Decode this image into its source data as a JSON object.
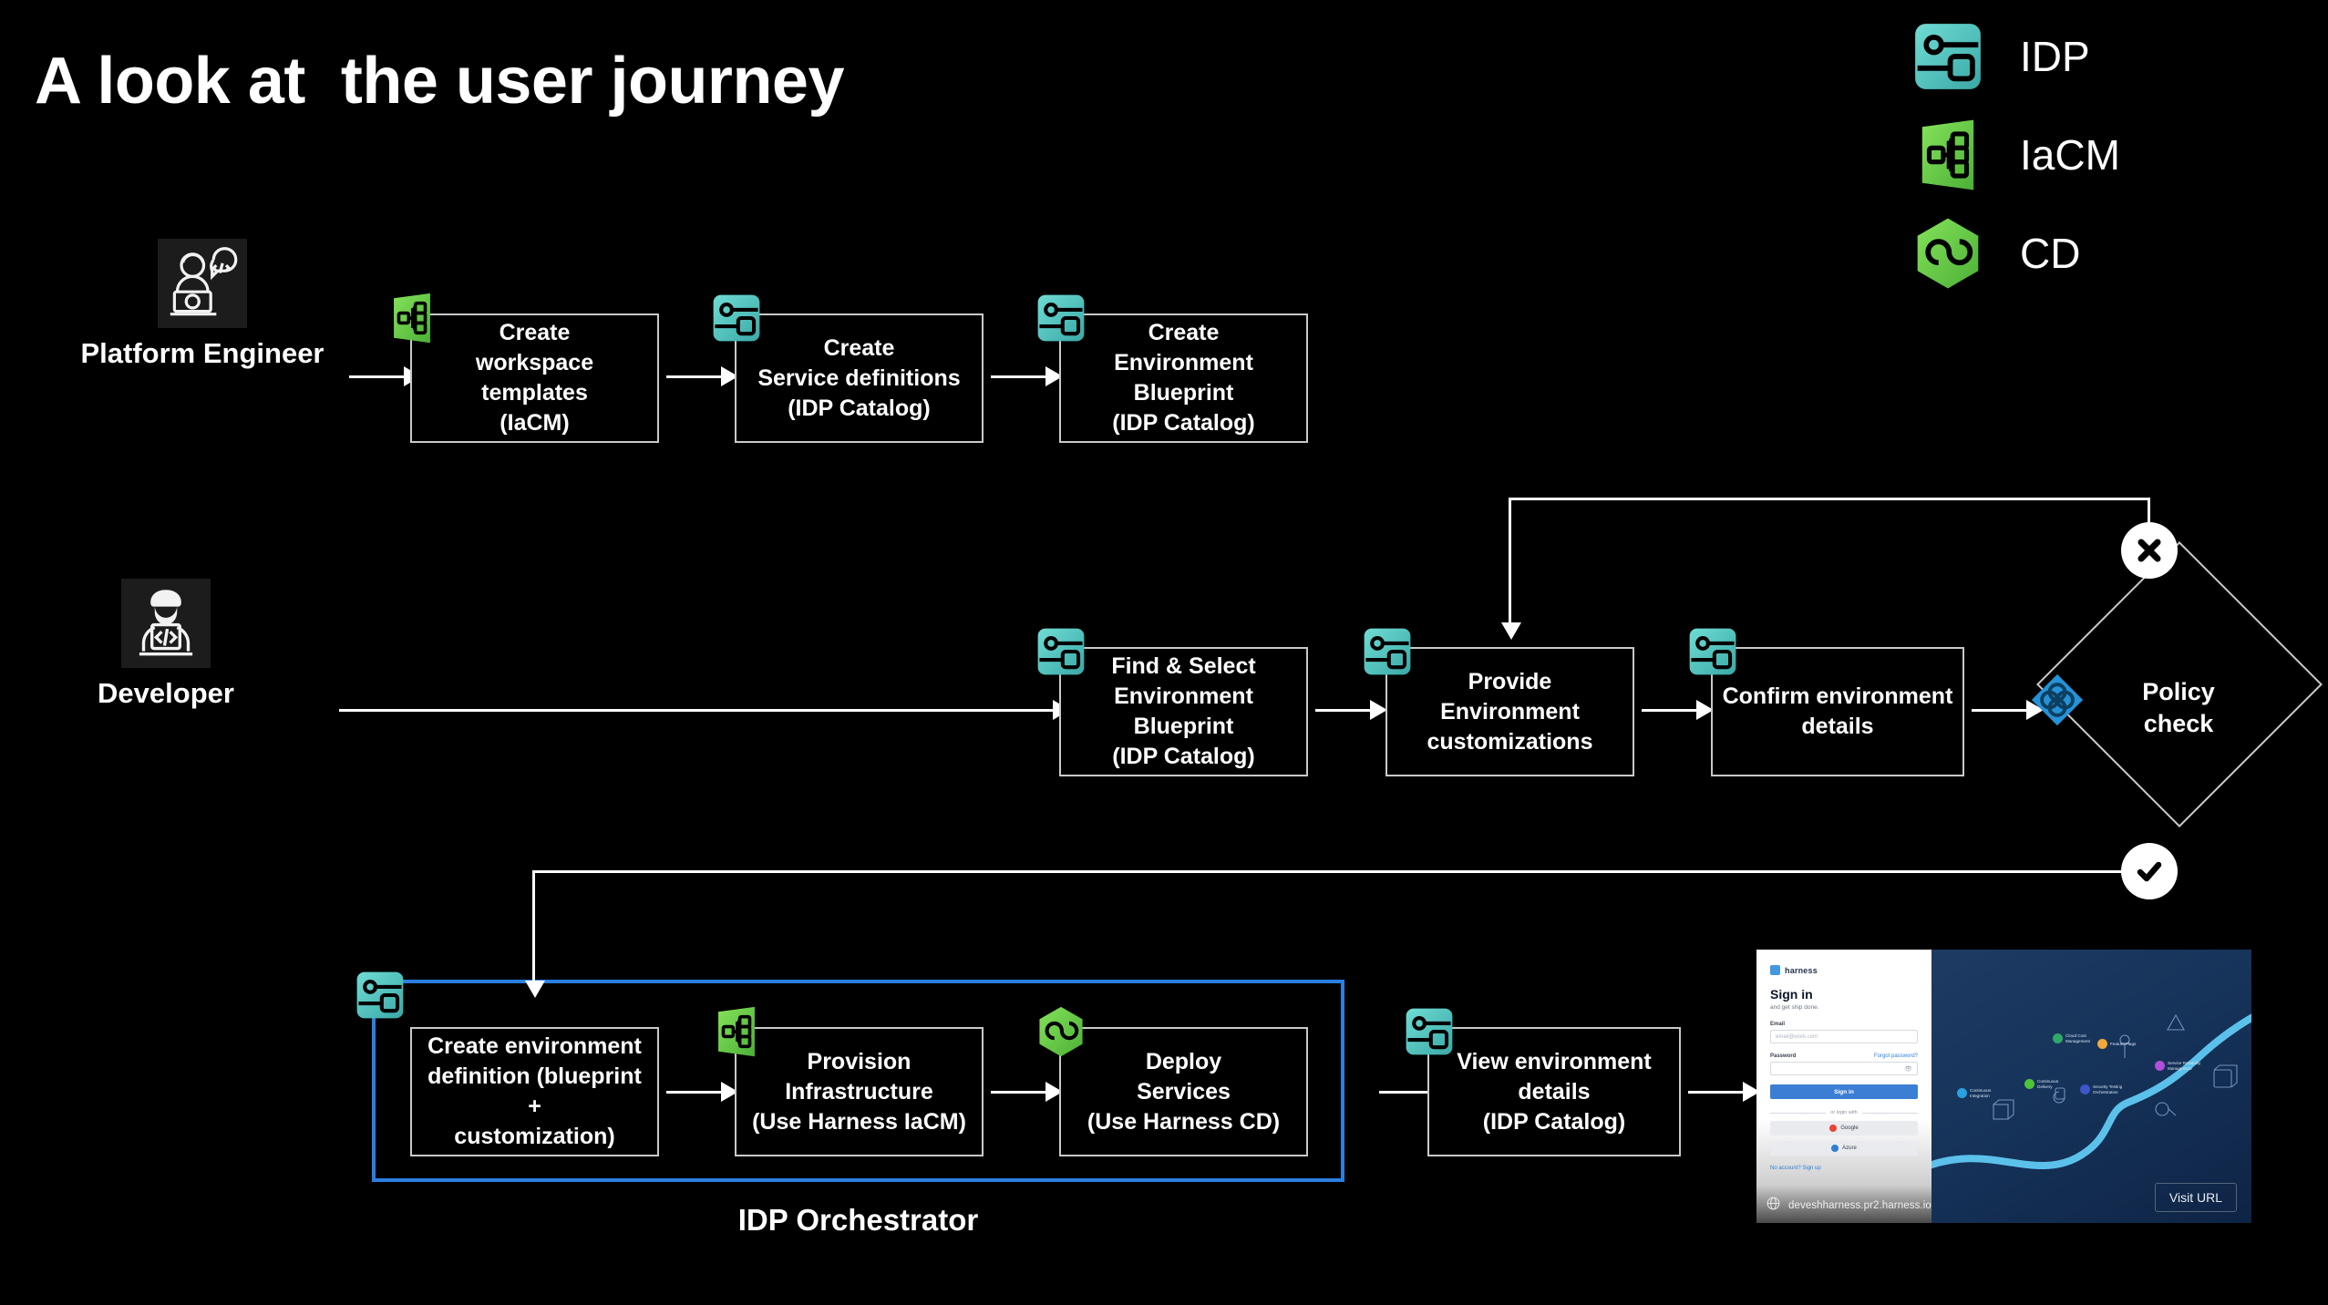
{
  "slide": {
    "title": "A look at  the user journey",
    "background_color": "#000000"
  },
  "legend": {
    "items": [
      {
        "label": "IDP",
        "icon": "idp-icon",
        "color": "#4fc5c0"
      },
      {
        "label": "IaCM",
        "icon": "iacm-icon",
        "color": "#6cd34a"
      },
      {
        "label": "CD",
        "icon": "cd-icon",
        "color": "#6cd34a"
      }
    ]
  },
  "personas": [
    {
      "label": "Platform Engineer",
      "icon": "platform-engineer-avatar"
    },
    {
      "label": "Developer",
      "icon": "developer-avatar"
    }
  ],
  "rows": {
    "platform_engineer": {
      "steps": [
        {
          "text": "Create\nworkspace templates\n(IaCM)",
          "product": "IaCM"
        },
        {
          "text": "Create\nService definitions\n(IDP Catalog)",
          "product": "IDP"
        },
        {
          "text": "Create\nEnvironment Blueprint\n(IDP Catalog)",
          "product": "IDP"
        }
      ]
    },
    "developer": {
      "steps": [
        {
          "text": "Find & Select\nEnvironment Blueprint\n(IDP Catalog)",
          "product": "IDP"
        },
        {
          "text": "Provide\nEnvironment\ncustomizations",
          "product": "IDP"
        },
        {
          "text": "Confirm environment\ndetails",
          "product": "IDP"
        }
      ],
      "decision": {
        "label": "Policy\ncheck",
        "icon": "policy-icon",
        "icon_color": "#2592d8",
        "fail_marker": "✕",
        "pass_marker": "✔"
      }
    },
    "orchestrator": {
      "group_label": "IDP Orchestrator",
      "group_border_color": "#2b7fe0",
      "steps": [
        {
          "text": "Create environment\ndefinition (blueprint +\ncustomization)",
          "product": "IDP"
        },
        {
          "text": "Provision\nInfrastructure\n(Use Harness IaCM)",
          "product": "IaCM"
        },
        {
          "text": "Deploy\nServices\n(Use Harness CD)",
          "product": "CD"
        },
        {
          "text": "View environment\ndetails\n(IDP Catalog)",
          "product": "IDP"
        }
      ]
    }
  },
  "preview": {
    "brand": "harness",
    "heading": "Sign in",
    "subheading": "and get ship done.",
    "email_label": "Email",
    "email_placeholder": "email@work.com",
    "password_label": "Password",
    "forgot_link": "Forgot password?",
    "signin_button": "Sign in",
    "divider_text": "or login with",
    "oauth": [
      {
        "label": "Google",
        "color": "#e94335"
      },
      {
        "label": "Azure",
        "color": "#2f7dd1"
      }
    ],
    "footer_text": "No account? ",
    "footer_link": "Sign up",
    "url": "deveshharness.pr2.harness.io",
    "visit_button": "Visit URL",
    "nodes": [
      {
        "label": "Continuous\nIntegration",
        "color": "#2aa2e0"
      },
      {
        "label": "Continuous\nDelivery",
        "color": "#4ec43a"
      },
      {
        "label": "Cloud Cost\nManagement",
        "color": "#2fa86a"
      },
      {
        "label": "Feature Flags",
        "color": "#f0a93a"
      },
      {
        "label": "Security Testing\nOrchestration",
        "color": "#3d56c9"
      },
      {
        "label": "Service Reliability\nManagement",
        "color": "#b04fd8"
      }
    ]
  }
}
